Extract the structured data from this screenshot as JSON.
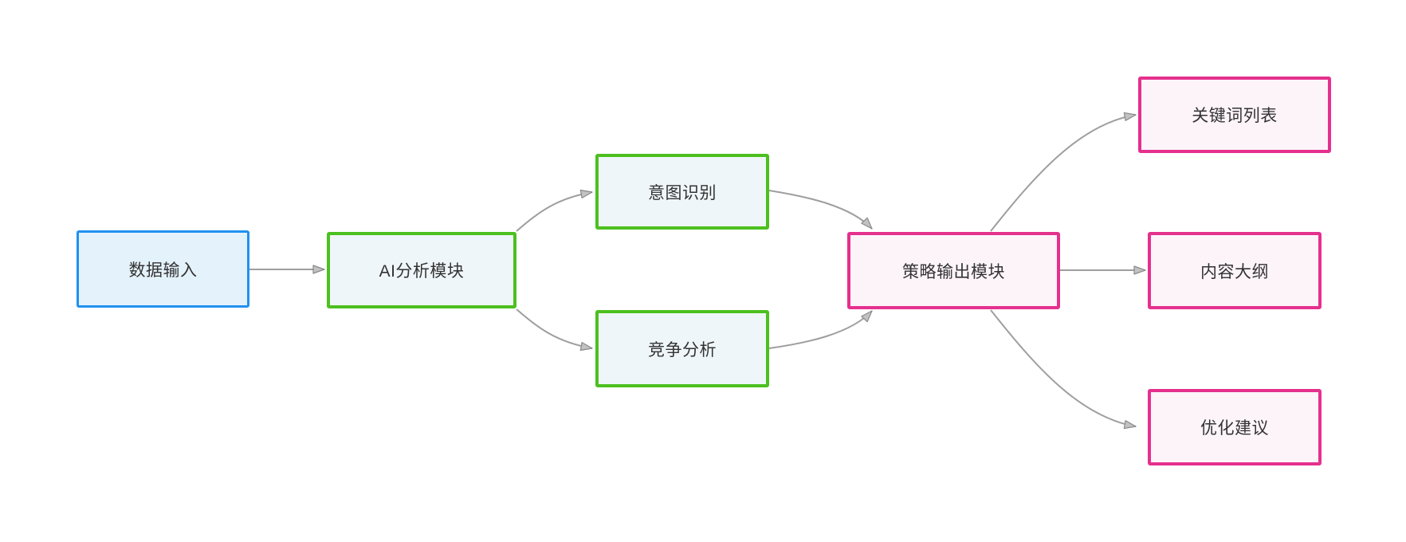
{
  "colors": {
    "background": "#ffffff",
    "text": "#333333",
    "blue-border": "#2191f0",
    "blue-fill": "#e4f2fc",
    "green-border": "#4cc01f",
    "green-fill": "#eff6f9",
    "pink-border": "#e5308e",
    "pink-fill": "#fdf4fa",
    "edge-line": "#9e9e9e",
    "arrow-fill": "#c2c2c2",
    "arrow-stroke": "#8a8a8a"
  },
  "diagram": {
    "type": "flowchart",
    "direction": "left-to-right",
    "nodes": [
      {
        "id": "data-input",
        "label": "数据输入",
        "scheme": "blue"
      },
      {
        "id": "ai-module",
        "label": "AI分析模块",
        "scheme": "green"
      },
      {
        "id": "intent-recognition",
        "label": "意图识别",
        "scheme": "green"
      },
      {
        "id": "competitive-analysis",
        "label": "竞争分析",
        "scheme": "green"
      },
      {
        "id": "strategy-output",
        "label": "策略输出模块",
        "scheme": "pink"
      },
      {
        "id": "keyword-list",
        "label": "关键词列表",
        "scheme": "pink"
      },
      {
        "id": "content-outline",
        "label": "内容大纲",
        "scheme": "pink"
      },
      {
        "id": "optimization-suggestions",
        "label": "优化建议",
        "scheme": "pink"
      }
    ],
    "edges": [
      {
        "from": "数据输入",
        "to": "AI分析模块"
      },
      {
        "from": "AI分析模块",
        "to": "意图识别"
      },
      {
        "from": "AI分析模块",
        "to": "竞争分析"
      },
      {
        "from": "意图识别",
        "to": "策略输出模块"
      },
      {
        "from": "竞争分析",
        "to": "策略输出模块"
      },
      {
        "from": "策略输出模块",
        "to": "关键词列表"
      },
      {
        "from": "策略输出模块",
        "to": "内容大纲"
      },
      {
        "from": "策略输出模块",
        "to": "优化建议"
      }
    ]
  }
}
